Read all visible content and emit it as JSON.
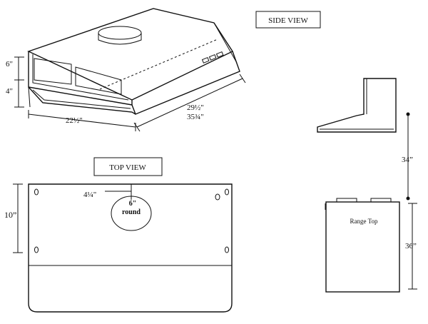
{
  "labels": {
    "side_view": "SIDE VIEW",
    "top_view": "TOP VIEW",
    "range_top": "Range Top"
  },
  "dimensions": {
    "iso_height_upper": "6\"",
    "iso_height_lower": "4\"",
    "iso_depth": "22½\"",
    "iso_width_1": "29½\"",
    "iso_width_2": "35¾\"",
    "top_depth": "10”",
    "top_offset": "4¼\"",
    "duct_size": "6\"",
    "duct_shape": "round",
    "clearance_above_range": "34”",
    "range_height": "36”"
  }
}
